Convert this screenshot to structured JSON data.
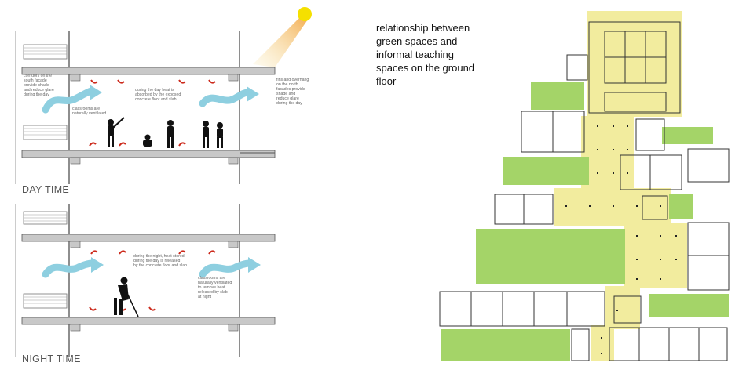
{
  "section_diagrams": {
    "day": {
      "label": "DAY TIME",
      "notes": {
        "corridor": [
          "corridors on the",
          "south facade",
          "provide shade",
          "and reduce glare",
          "during the day"
        ],
        "heat": [
          "during the day heat is",
          "absorbed by the exposed",
          "concrete floor and slab"
        ],
        "vent": [
          "classrooms are",
          "naturally ventilated"
        ],
        "fins": [
          "fins  and overhang",
          "on the north",
          "facades provide",
          "shade and",
          "reduce glare",
          "during the day"
        ]
      }
    },
    "night": {
      "label": "NIGHT TIME",
      "notes": {
        "heat": [
          "during the night, heat stored",
          "during the day is released",
          "by the concrete floor and slab"
        ],
        "vent": [
          "classrooms are",
          "naturally ventilated",
          "to remove heat",
          "released by slab",
          "at night"
        ]
      }
    }
  },
  "plan": {
    "title_lines": [
      "relationship between",
      "green spaces and",
      "informal teaching",
      "spaces on the ground",
      "floor"
    ]
  },
  "colors": {
    "sun": "#f5e000",
    "sun_ray": "#f4c46a",
    "airflow": "#8ecfe0",
    "heat_arrow": "#cc2a1c",
    "green_space": "#a4d468",
    "informal_space": "#f2ec9e",
    "structure": "#c8c8c8",
    "wall": "#333333"
  },
  "icons": [
    "sun-icon",
    "airflow-arrow-icon",
    "heat-arrow-icon",
    "person-silhouette-icon"
  ]
}
